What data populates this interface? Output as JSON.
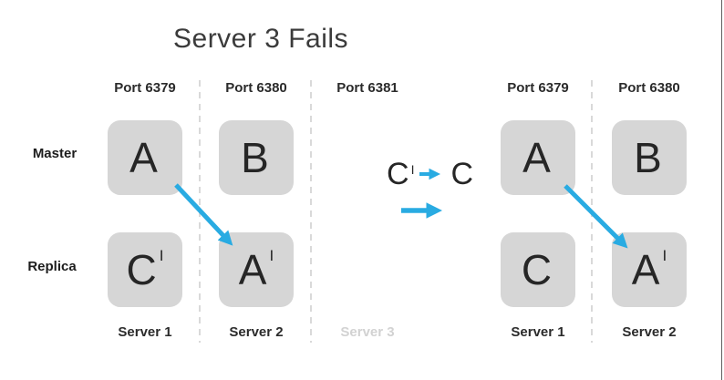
{
  "title": "Server 3 Fails",
  "colors": {
    "accent_blue": "#29ABE2",
    "box_gray": "#D6D6D6",
    "text_dark": "#2B2B2B",
    "faded_label_gray": "#D2D2D2",
    "dashed_separator_gray": "#D9D9D9"
  },
  "row_labels": {
    "master": "Master",
    "replica": "Replica"
  },
  "before": {
    "columns": [
      {
        "port": "Port 6379",
        "server": "Server 1",
        "master": {
          "letter": "A",
          "prime": ""
        },
        "replica": {
          "letter": "C",
          "prime": "I"
        }
      },
      {
        "port": "Port 6380",
        "server": "Server 2",
        "master": {
          "letter": "B",
          "prime": ""
        },
        "replica": {
          "letter": "A",
          "prime": "I"
        }
      },
      {
        "port": "Port 6381",
        "server": "Server 3",
        "faded": true
      }
    ]
  },
  "transition": {
    "from_letter": "C",
    "from_prime": "I",
    "to_letter": "C"
  },
  "after": {
    "columns": [
      {
        "port": "Port 6379",
        "server": "Server 1",
        "master": {
          "letter": "A",
          "prime": ""
        },
        "replica": {
          "letter": "C",
          "prime": ""
        }
      },
      {
        "port": "Port 6380",
        "server": "Server 2",
        "master": {
          "letter": "B",
          "prime": ""
        },
        "replica": {
          "letter": "A",
          "prime": "I"
        }
      }
    ]
  },
  "icons": {
    "replication_arrow_before": "diagonal-blue-arrow from A to A-prime",
    "replication_arrow_after": "diagonal-blue-arrow from A to A-prime",
    "promotion_arrow": "small-right-blue-arrow C-prime to C",
    "transition_arrow": "large-right-blue-arrow"
  }
}
